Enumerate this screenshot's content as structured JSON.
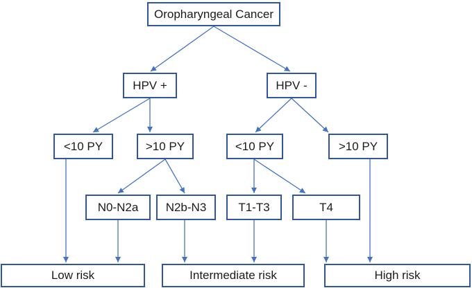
{
  "diagram": {
    "nodes": {
      "root": "Oropharyngeal Cancer",
      "hpv_pos": "HPV +",
      "hpv_neg": "HPV -",
      "pos_lt10": "<10 PY",
      "pos_gt10": ">10 PY",
      "neg_lt10": "<10 PY",
      "neg_gt10": ">10 PY",
      "n0n2a": "N0-N2a",
      "n2bn3": "N2b-N3",
      "t1t3": "T1-T3",
      "t4": "T4",
      "low": "Low risk",
      "intermediate": "Intermediate risk",
      "high": "High risk"
    },
    "edges": [
      [
        "root",
        "hpv_pos"
      ],
      [
        "root",
        "hpv_neg"
      ],
      [
        "hpv_pos",
        "pos_lt10"
      ],
      [
        "hpv_pos",
        "pos_gt10"
      ],
      [
        "hpv_neg",
        "neg_lt10"
      ],
      [
        "hpv_neg",
        "neg_gt10"
      ],
      [
        "pos_gt10",
        "n0n2a"
      ],
      [
        "pos_gt10",
        "n2bn3"
      ],
      [
        "neg_lt10",
        "t1t3"
      ],
      [
        "neg_lt10",
        "t4"
      ],
      [
        "pos_lt10",
        "low"
      ],
      [
        "n0n2a",
        "low"
      ],
      [
        "n2bn3",
        "intermediate"
      ],
      [
        "t1t3",
        "intermediate"
      ],
      [
        "t4",
        "high"
      ],
      [
        "neg_gt10",
        "high"
      ]
    ],
    "colors": {
      "box_border": "#2f55a4",
      "arrow": "#4472c4"
    }
  }
}
